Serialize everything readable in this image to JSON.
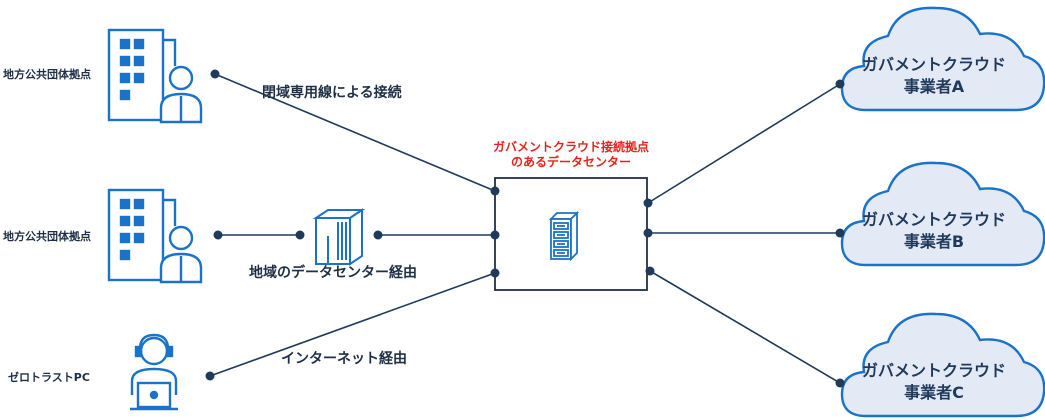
{
  "sites": [
    {
      "label": "地方公共団体拠点"
    },
    {
      "label": "地方公共団体拠点"
    },
    {
      "label": "ゼロトラストPC"
    }
  ],
  "connections": [
    {
      "label": "閉域専用線による接続"
    },
    {
      "label": "地域のデータセンター経由"
    },
    {
      "label": "インターネット経由"
    }
  ],
  "hub": {
    "label_line1": "ガバメントクラウド接続拠点",
    "label_line2": "のあるデータセンター"
  },
  "clouds": [
    {
      "line1": "ガバメントクラウド",
      "line2": "事業者A"
    },
    {
      "line1": "ガバメントクラウド",
      "line2": "事業者B"
    },
    {
      "line1": "ガバメントクラウド",
      "line2": "事業者C"
    }
  ],
  "colors": {
    "line": "#1f3a5a",
    "dot": "#1f3a5a",
    "icon": "#1a73c8",
    "hub_label": "#e8221a",
    "cloud_fill": "#e3eaf6",
    "cloud_stroke": "#1a73c8",
    "text": "#1f2f46"
  },
  "icons": [
    "office-building-person-icon",
    "server-rack-icon",
    "datacenter-building-icon",
    "laptop-user-icon",
    "cloud-icon"
  ]
}
